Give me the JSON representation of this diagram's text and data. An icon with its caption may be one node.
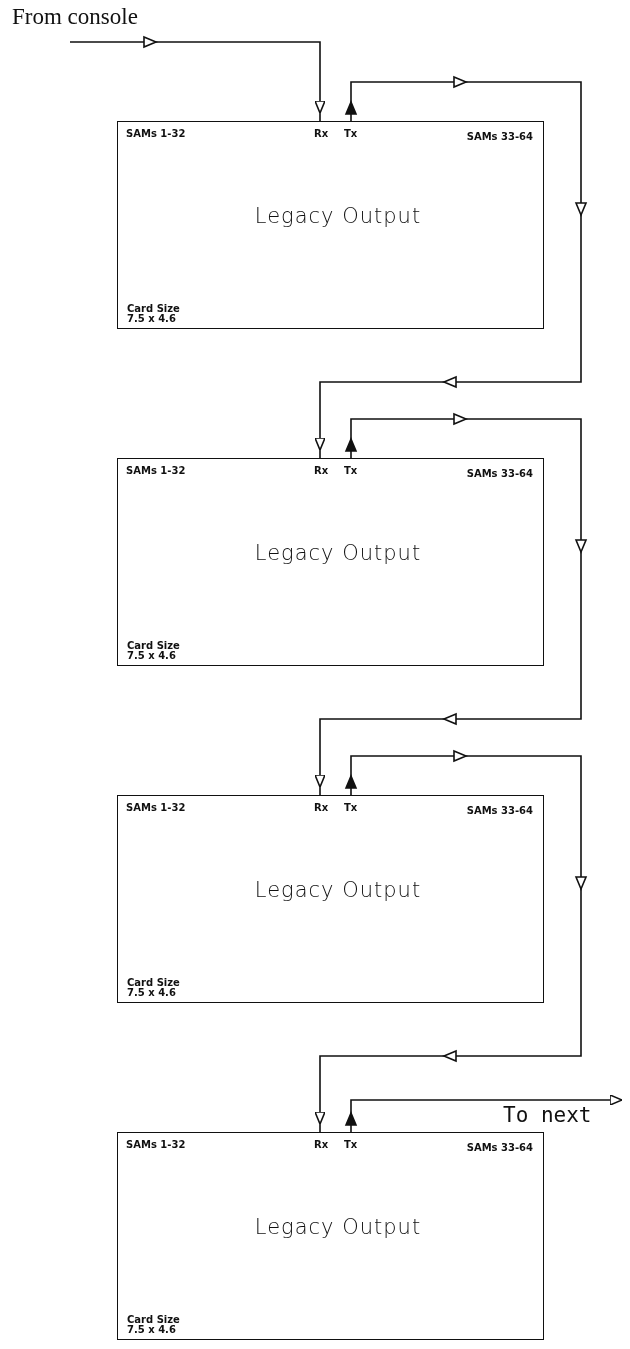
{
  "diagram": {
    "nodes": [
      {
        "text": [
          "SAMs 1-32",
          "Rx",
          "Tx",
          "SAMs 33-64",
          "Legacy Output",
          "Card Size 7.5 x 4.6"
        ]
      },
      {
        "text": [
          "SAMs 1-32",
          "Rx",
          "Tx",
          "SAMs 33-64",
          "Legacy Output",
          "Card Size 7.5 x 4.6"
        ]
      },
      {
        "text": [
          "SAMs 1-32",
          "Rx",
          "Tx",
          "SAMs 33-64",
          "Legacy Output",
          "Card Size 7.5 x 4.6"
        ]
      },
      {
        "text": [
          "SAMs 1-32",
          "Rx",
          "Tx",
          "SAMs 33-64",
          "Legacy Output",
          "Card Size 7.5 x 4.6"
        ]
      }
    ],
    "edges": [
      {
        "from": null,
        "to": 0,
        "arrow": "to",
        "label": "From console"
      },
      {
        "from": 0,
        "to": 1,
        "arrow": "to"
      },
      {
        "from": 1,
        "to": 2,
        "arrow": "to"
      },
      {
        "from": 2,
        "to": 3,
        "arrow": "to"
      },
      {
        "from": 3,
        "to": null,
        "arrow": "to",
        "label": "To next"
      }
    ]
  }
}
